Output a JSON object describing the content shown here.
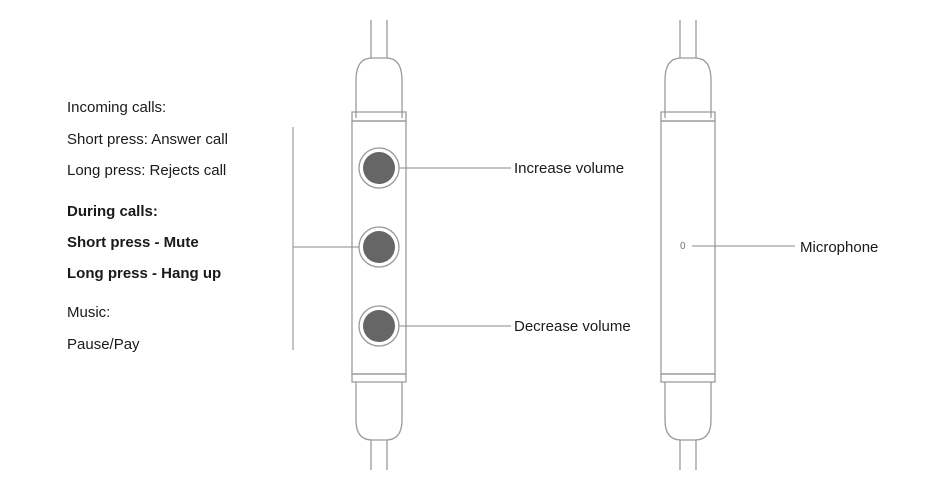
{
  "instructions": {
    "incoming_calls": {
      "heading": "Incoming calls:",
      "short_press": "Short press: Answer call",
      "long_press": "Long press: Rejects call"
    },
    "during_calls": {
      "heading": "During calls:",
      "short_press": "Short press - Mute",
      "long_press": "Long press - Hang up"
    },
    "music": {
      "heading": "Music:",
      "action": "Pause/Pay"
    }
  },
  "callouts": {
    "top_button": "Increase volume",
    "bottom_button": "Decrease volume",
    "mic": "Microphone"
  },
  "mic_marker": "0",
  "colors": {
    "outline": "#9a9a9a",
    "button_fill": "#666666",
    "leader": "#8a8a8a"
  }
}
